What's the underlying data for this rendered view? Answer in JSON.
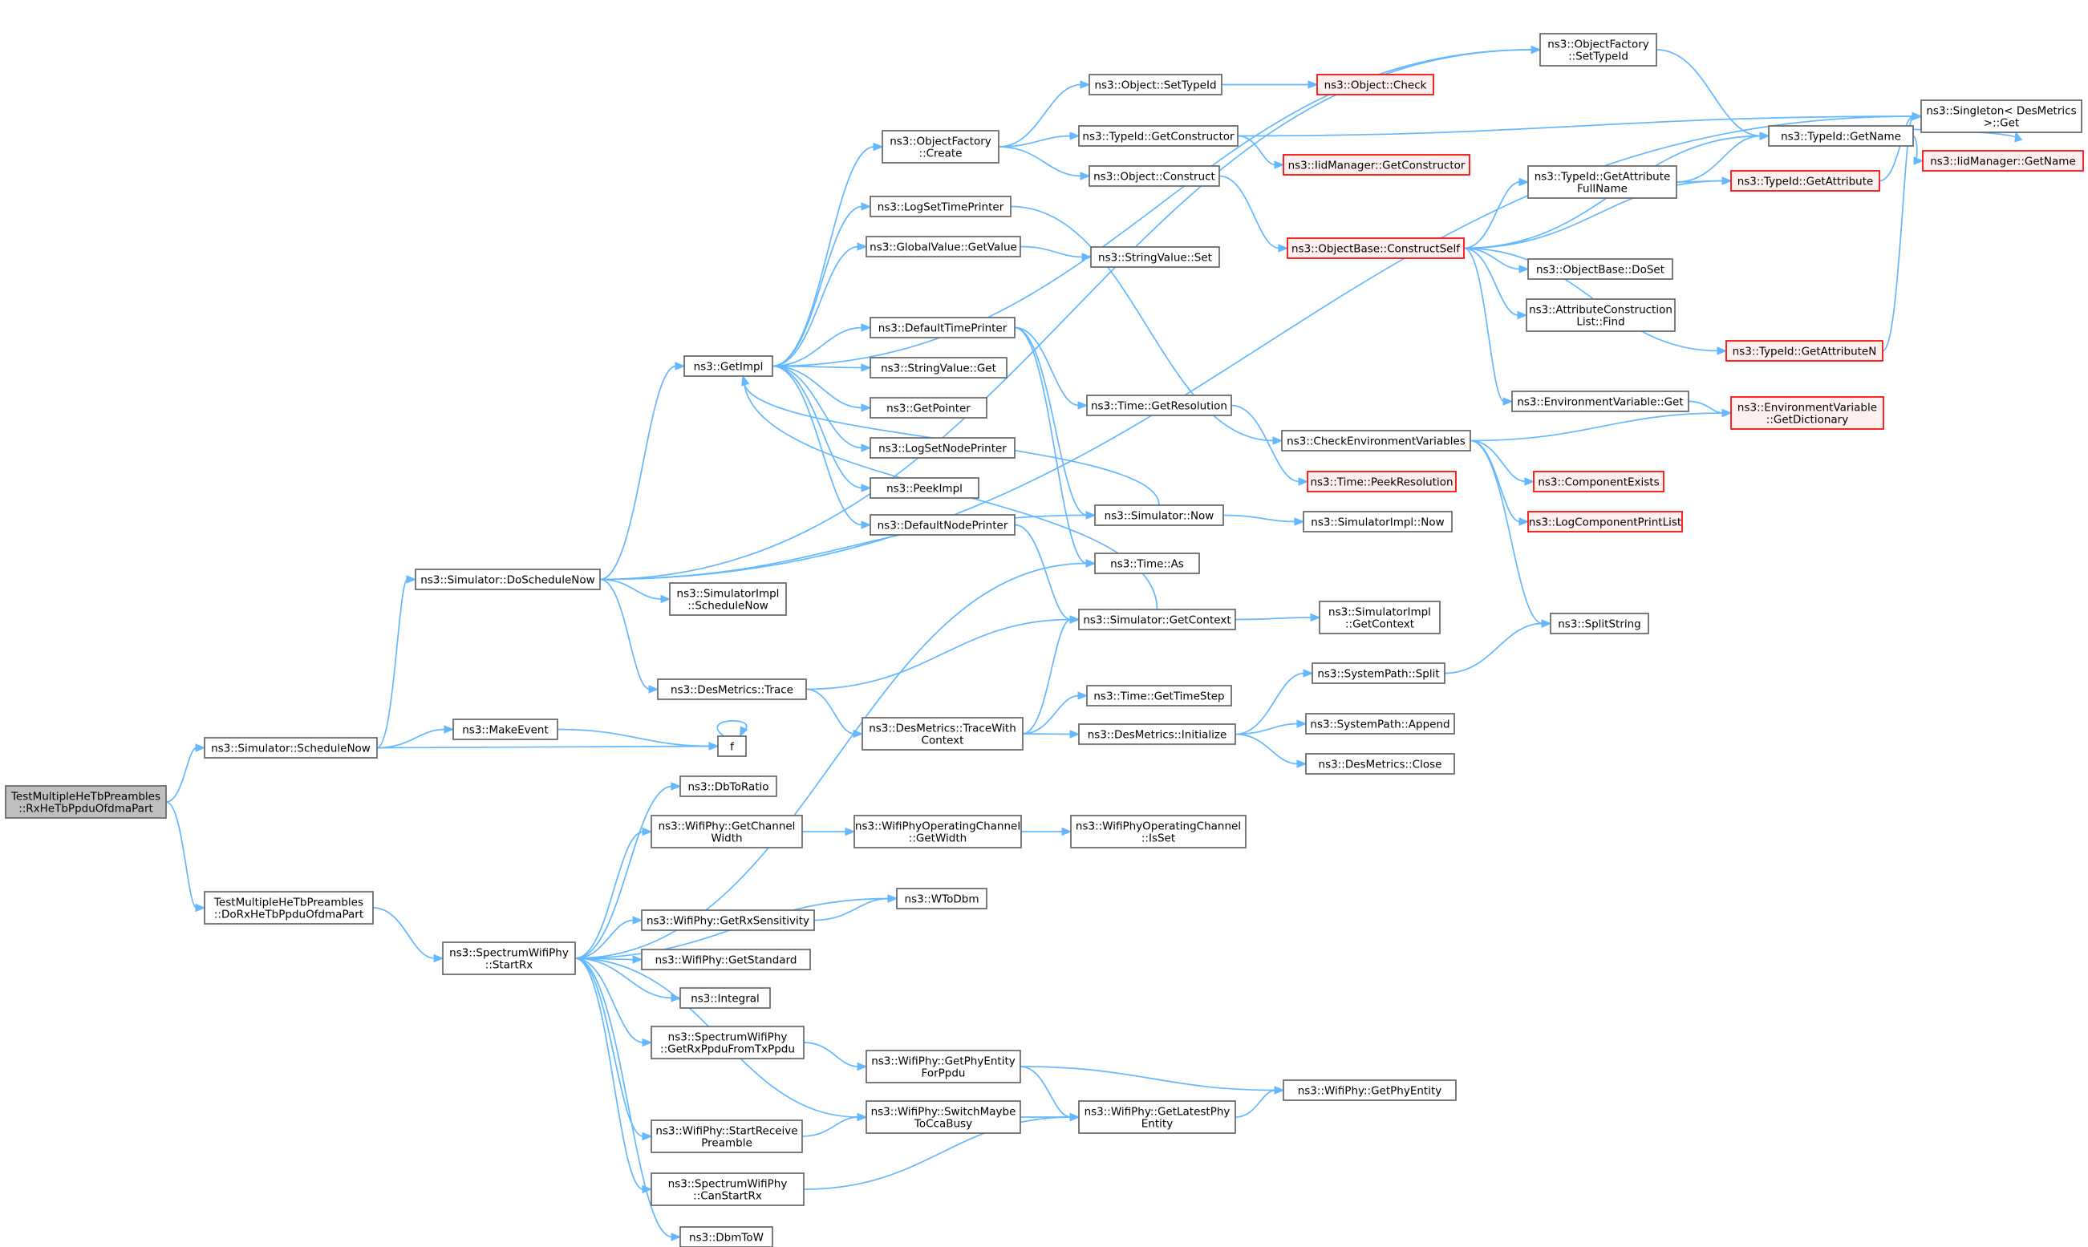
{
  "diagram": {
    "nodes": [
      {
        "id": "root",
        "lines": [
          "TestMultipleHeTbPreambles",
          "::RxHeTbPpduOfdmaPart"
        ],
        "style": "root"
      },
      {
        "id": "schedNow",
        "lines": [
          "ns3::Simulator::ScheduleNow"
        ]
      },
      {
        "id": "doRx",
        "lines": [
          "TestMultipleHeTbPreambles",
          "::DoRxHeTbPpduOfdmaPart"
        ]
      },
      {
        "id": "doSched",
        "lines": [
          "ns3::Simulator::DoScheduleNow"
        ]
      },
      {
        "id": "makeEvent",
        "lines": [
          "ns3::MakeEvent"
        ]
      },
      {
        "id": "f",
        "lines": [
          "f"
        ]
      },
      {
        "id": "getImpl",
        "lines": [
          "ns3::GetImpl"
        ]
      },
      {
        "id": "desTrace",
        "lines": [
          "ns3::DesMetrics::Trace"
        ]
      },
      {
        "id": "simImplSched",
        "lines": [
          "ns3::SimulatorImpl",
          "::ScheduleNow"
        ]
      },
      {
        "id": "startRx",
        "lines": [
          "ns3::SpectrumWifiPhy",
          "::StartRx"
        ]
      },
      {
        "id": "ofCreate",
        "lines": [
          "ns3::ObjectFactory",
          "::Create"
        ]
      },
      {
        "id": "logSetTime",
        "lines": [
          "ns3::LogSetTimePrinter"
        ]
      },
      {
        "id": "gvGet",
        "lines": [
          "ns3::GlobalValue::GetValue"
        ]
      },
      {
        "id": "defTimePr",
        "lines": [
          "ns3::DefaultTimePrinter"
        ]
      },
      {
        "id": "svGet",
        "lines": [
          "ns3::StringValue::Get"
        ]
      },
      {
        "id": "getPointer",
        "lines": [
          "ns3::GetPointer"
        ]
      },
      {
        "id": "logSetNode",
        "lines": [
          "ns3::LogSetNodePrinter"
        ]
      },
      {
        "id": "peekImpl",
        "lines": [
          "ns3::PeekImpl"
        ]
      },
      {
        "id": "defNodePr",
        "lines": [
          "ns3::DefaultNodePrinter"
        ]
      },
      {
        "id": "traceWith",
        "lines": [
          "ns3::DesMetrics::TraceWith",
          "Context"
        ]
      },
      {
        "id": "dbToRatio",
        "lines": [
          "ns3::DbToRatio"
        ]
      },
      {
        "id": "getChW",
        "lines": [
          "ns3::WifiPhy::GetChannel",
          "Width"
        ]
      },
      {
        "id": "getRxSens",
        "lines": [
          "ns3::WifiPhy::GetRxSensitivity"
        ]
      },
      {
        "id": "getStd",
        "lines": [
          "ns3::WifiPhy::GetStandard"
        ]
      },
      {
        "id": "integral",
        "lines": [
          "ns3::Integral"
        ]
      },
      {
        "id": "getRxPpdu",
        "lines": [
          "ns3::SpectrumWifiPhy",
          "::GetRxPpduFromTxPpdu"
        ]
      },
      {
        "id": "startRecvPre",
        "lines": [
          "ns3::WifiPhy::StartReceive",
          "Preamble"
        ]
      },
      {
        "id": "canStartRx",
        "lines": [
          "ns3::SpectrumWifiPhy",
          "::CanStartRx"
        ]
      },
      {
        "id": "dbmToW",
        "lines": [
          "ns3::DbmToW"
        ]
      },
      {
        "id": "objSetTid",
        "lines": [
          "ns3::Object::SetTypeId"
        ]
      },
      {
        "id": "tidGetCtor",
        "lines": [
          "ns3::TypeId::GetConstructor"
        ]
      },
      {
        "id": "objConstruct",
        "lines": [
          "ns3::Object::Construct"
        ]
      },
      {
        "id": "svSet",
        "lines": [
          "ns3::StringValue::Set"
        ]
      },
      {
        "id": "timeGetRes",
        "lines": [
          "ns3::Time::GetResolution"
        ]
      },
      {
        "id": "simNow",
        "lines": [
          "ns3::Simulator::Now"
        ]
      },
      {
        "id": "timeAs",
        "lines": [
          "ns3::Time::As"
        ]
      },
      {
        "id": "simGetCtx",
        "lines": [
          "ns3::Simulator::GetContext"
        ]
      },
      {
        "id": "timeGetStep",
        "lines": [
          "ns3::Time::GetTimeStep"
        ]
      },
      {
        "id": "desInit",
        "lines": [
          "ns3::DesMetrics::Initialize"
        ]
      },
      {
        "id": "wTodbm",
        "lines": [
          "ns3::WToDbm"
        ]
      },
      {
        "id": "wocGetW",
        "lines": [
          "ns3::WifiPhyOperatingChannel",
          "::GetWidth"
        ]
      },
      {
        "id": "getPhyEntFor",
        "lines": [
          "ns3::WifiPhy::GetPhyEntity",
          "ForPpdu"
        ]
      },
      {
        "id": "switchCca",
        "lines": [
          "ns3::WifiPhy::SwitchMaybe",
          "ToCcaBusy"
        ]
      },
      {
        "id": "getLatestPhy",
        "lines": [
          "ns3::WifiPhy::GetLatestPhy",
          "Entity"
        ]
      },
      {
        "id": "objCheck",
        "lines": [
          "ns3::Object::Check"
        ],
        "style": "red"
      },
      {
        "id": "iidGetCtor",
        "lines": [
          "ns3::IidManager::GetConstructor"
        ],
        "style": "red"
      },
      {
        "id": "obConstructSelf",
        "lines": [
          "ns3::ObjectBase::ConstructSelf"
        ],
        "style": "red"
      },
      {
        "id": "checkEnv",
        "lines": [
          "ns3::CheckEnvironmentVariables"
        ]
      },
      {
        "id": "timePeekRes",
        "lines": [
          "ns3::Time::PeekResolution"
        ],
        "style": "red"
      },
      {
        "id": "simImplNow",
        "lines": [
          "ns3::SimulatorImpl::Now"
        ]
      },
      {
        "id": "simImplGetCtx",
        "lines": [
          "ns3::SimulatorImpl",
          "::GetContext"
        ]
      },
      {
        "id": "spSplit",
        "lines": [
          "ns3::SystemPath::Split"
        ]
      },
      {
        "id": "spAppend",
        "lines": [
          "ns3::SystemPath::Append"
        ]
      },
      {
        "id": "desClose",
        "lines": [
          "ns3::DesMetrics::Close"
        ]
      },
      {
        "id": "wocIsSet",
        "lines": [
          "ns3::WifiPhyOperatingChannel",
          "::IsSet"
        ]
      },
      {
        "id": "getPhyEnt",
        "lines": [
          "ns3::WifiPhy::GetPhyEntity"
        ]
      },
      {
        "id": "ofSetTid",
        "lines": [
          "ns3::ObjectFactory",
          "::SetTypeId"
        ]
      },
      {
        "id": "tidGetAttrFull",
        "lines": [
          "ns3::TypeId::GetAttribute",
          "FullName"
        ]
      },
      {
        "id": "obDoSet",
        "lines": [
          "ns3::ObjectBase::DoSet"
        ]
      },
      {
        "id": "attrFind",
        "lines": [
          "ns3::AttributeConstruction",
          "List::Find"
        ]
      },
      {
        "id": "envGet",
        "lines": [
          "ns3::EnvironmentVariable::Get"
        ]
      },
      {
        "id": "compExists",
        "lines": [
          "ns3::ComponentExists"
        ],
        "style": "red"
      },
      {
        "id": "logCompList",
        "lines": [
          "ns3::LogComponentPrintList"
        ],
        "style": "red"
      },
      {
        "id": "splitString",
        "lines": [
          "ns3::SplitString"
        ]
      },
      {
        "id": "tidGetName",
        "lines": [
          "ns3::TypeId::GetName"
        ]
      },
      {
        "id": "tidGetAttr",
        "lines": [
          "ns3::TypeId::GetAttribute"
        ],
        "style": "red"
      },
      {
        "id": "tidGetAttrN",
        "lines": [
          "ns3::TypeId::GetAttributeN"
        ],
        "style": "red"
      },
      {
        "id": "envGetDict",
        "lines": [
          "ns3::EnvironmentVariable",
          "::GetDictionary"
        ],
        "style": "red"
      },
      {
        "id": "singleton",
        "lines": [
          "ns3::Singleton< DesMetrics",
          " >::Get"
        ]
      },
      {
        "id": "iidGetName",
        "lines": [
          "ns3::IidManager::GetName"
        ],
        "style": "red"
      }
    ],
    "edges": [
      [
        "root",
        "schedNow"
      ],
      [
        "root",
        "doRx"
      ],
      [
        "schedNow",
        "doSched"
      ],
      [
        "schedNow",
        "makeEvent"
      ],
      [
        "schedNow",
        "f"
      ],
      [
        "makeEvent",
        "f"
      ],
      [
        "f",
        "f"
      ],
      [
        "doSched",
        "getImpl"
      ],
      [
        "doSched",
        "simNow"
      ],
      [
        "doSched",
        "simImplSched"
      ],
      [
        "doSched",
        "desTrace"
      ],
      [
        "doSched",
        "ofSetTid"
      ],
      [
        "doSched",
        "singleton"
      ],
      [
        "getImpl",
        "ofCreate"
      ],
      [
        "getImpl",
        "logSetTime"
      ],
      [
        "getImpl",
        "gvGet"
      ],
      [
        "getImpl",
        "defTimePr"
      ],
      [
        "getImpl",
        "svGet"
      ],
      [
        "getImpl",
        "getPointer"
      ],
      [
        "getImpl",
        "logSetNode"
      ],
      [
        "getImpl",
        "peekImpl"
      ],
      [
        "getImpl",
        "defNodePr"
      ],
      [
        "getImpl",
        "ofSetTid"
      ],
      [
        "simNow",
        "getImpl"
      ],
      [
        "simGetCtx",
        "getImpl"
      ],
      [
        "ofCreate",
        "objSetTid"
      ],
      [
        "ofCreate",
        "tidGetCtor"
      ],
      [
        "ofCreate",
        "objConstruct"
      ],
      [
        "objSetTid",
        "objCheck"
      ],
      [
        "tidGetCtor",
        "iidGetCtor"
      ],
      [
        "tidGetCtor",
        "singleton"
      ],
      [
        "objConstruct",
        "obConstructSelf"
      ],
      [
        "logSetTime",
        "checkEnv"
      ],
      [
        "gvGet",
        "svSet"
      ],
      [
        "defTimePr",
        "timeGetRes"
      ],
      [
        "defTimePr",
        "simNow"
      ],
      [
        "defTimePr",
        "timeAs"
      ],
      [
        "timeGetRes",
        "timePeekRes"
      ],
      [
        "defNodePr",
        "simGetCtx"
      ],
      [
        "simNow",
        "simImplNow"
      ],
      [
        "simGetCtx",
        "simImplGetCtx"
      ],
      [
        "desTrace",
        "simGetCtx"
      ],
      [
        "desTrace",
        "traceWith"
      ],
      [
        "traceWith",
        "simGetCtx"
      ],
      [
        "traceWith",
        "timeGetStep"
      ],
      [
        "traceWith",
        "desInit"
      ],
      [
        "desInit",
        "spSplit"
      ],
      [
        "desInit",
        "spAppend"
      ],
      [
        "desInit",
        "desClose"
      ],
      [
        "spSplit",
        "splitString"
      ],
      [
        "startRx",
        "timeAs"
      ],
      [
        "startRx",
        "dbToRatio"
      ],
      [
        "startRx",
        "getChW"
      ],
      [
        "startRx",
        "wTodbm"
      ],
      [
        "startRx",
        "getRxSens"
      ],
      [
        "startRx",
        "getStd"
      ],
      [
        "startRx",
        "integral"
      ],
      [
        "startRx",
        "getRxPpdu"
      ],
      [
        "startRx",
        "switchCca"
      ],
      [
        "startRx",
        "startRecvPre"
      ],
      [
        "startRx",
        "canStartRx"
      ],
      [
        "startRx",
        "dbmToW"
      ],
      [
        "doRx",
        "startRx"
      ],
      [
        "getChW",
        "wocGetW"
      ],
      [
        "wocGetW",
        "wocIsSet"
      ],
      [
        "getRxSens",
        "wTodbm"
      ],
      [
        "getRxPpdu",
        "getPhyEntFor"
      ],
      [
        "getPhyEntFor",
        "getLatestPhy"
      ],
      [
        "getPhyEntFor",
        "getPhyEnt"
      ],
      [
        "switchCca",
        "getLatestPhy"
      ],
      [
        "startRecvPre",
        "switchCca"
      ],
      [
        "canStartRx",
        "getLatestPhy"
      ],
      [
        "getLatestPhy",
        "getPhyEnt"
      ],
      [
        "obConstructSelf",
        "tidGetName"
      ],
      [
        "obConstructSelf",
        "tidGetAttrFull"
      ],
      [
        "obConstructSelf",
        "tidGetAttr"
      ],
      [
        "obConstructSelf",
        "obDoSet"
      ],
      [
        "obConstructSelf",
        "attrFind"
      ],
      [
        "obConstructSelf",
        "tidGetAttrN"
      ],
      [
        "obConstructSelf",
        "envGet"
      ],
      [
        "checkEnv",
        "envGetDict"
      ],
      [
        "checkEnv",
        "compExists"
      ],
      [
        "checkEnv",
        "logCompList"
      ],
      [
        "checkEnv",
        "splitString"
      ],
      [
        "envGet",
        "envGetDict"
      ],
      [
        "ofSetTid",
        "tidGetName"
      ],
      [
        "tidGetAttrFull",
        "tidGetName"
      ],
      [
        "tidGetAttrFull",
        "tidGetAttr"
      ],
      [
        "tidGetName",
        "singleton"
      ],
      [
        "tidGetName",
        "iidGetName"
      ],
      [
        "tidGetAttr",
        "singleton"
      ],
      [
        "tidGetAttrN",
        "singleton"
      ]
    ]
  }
}
